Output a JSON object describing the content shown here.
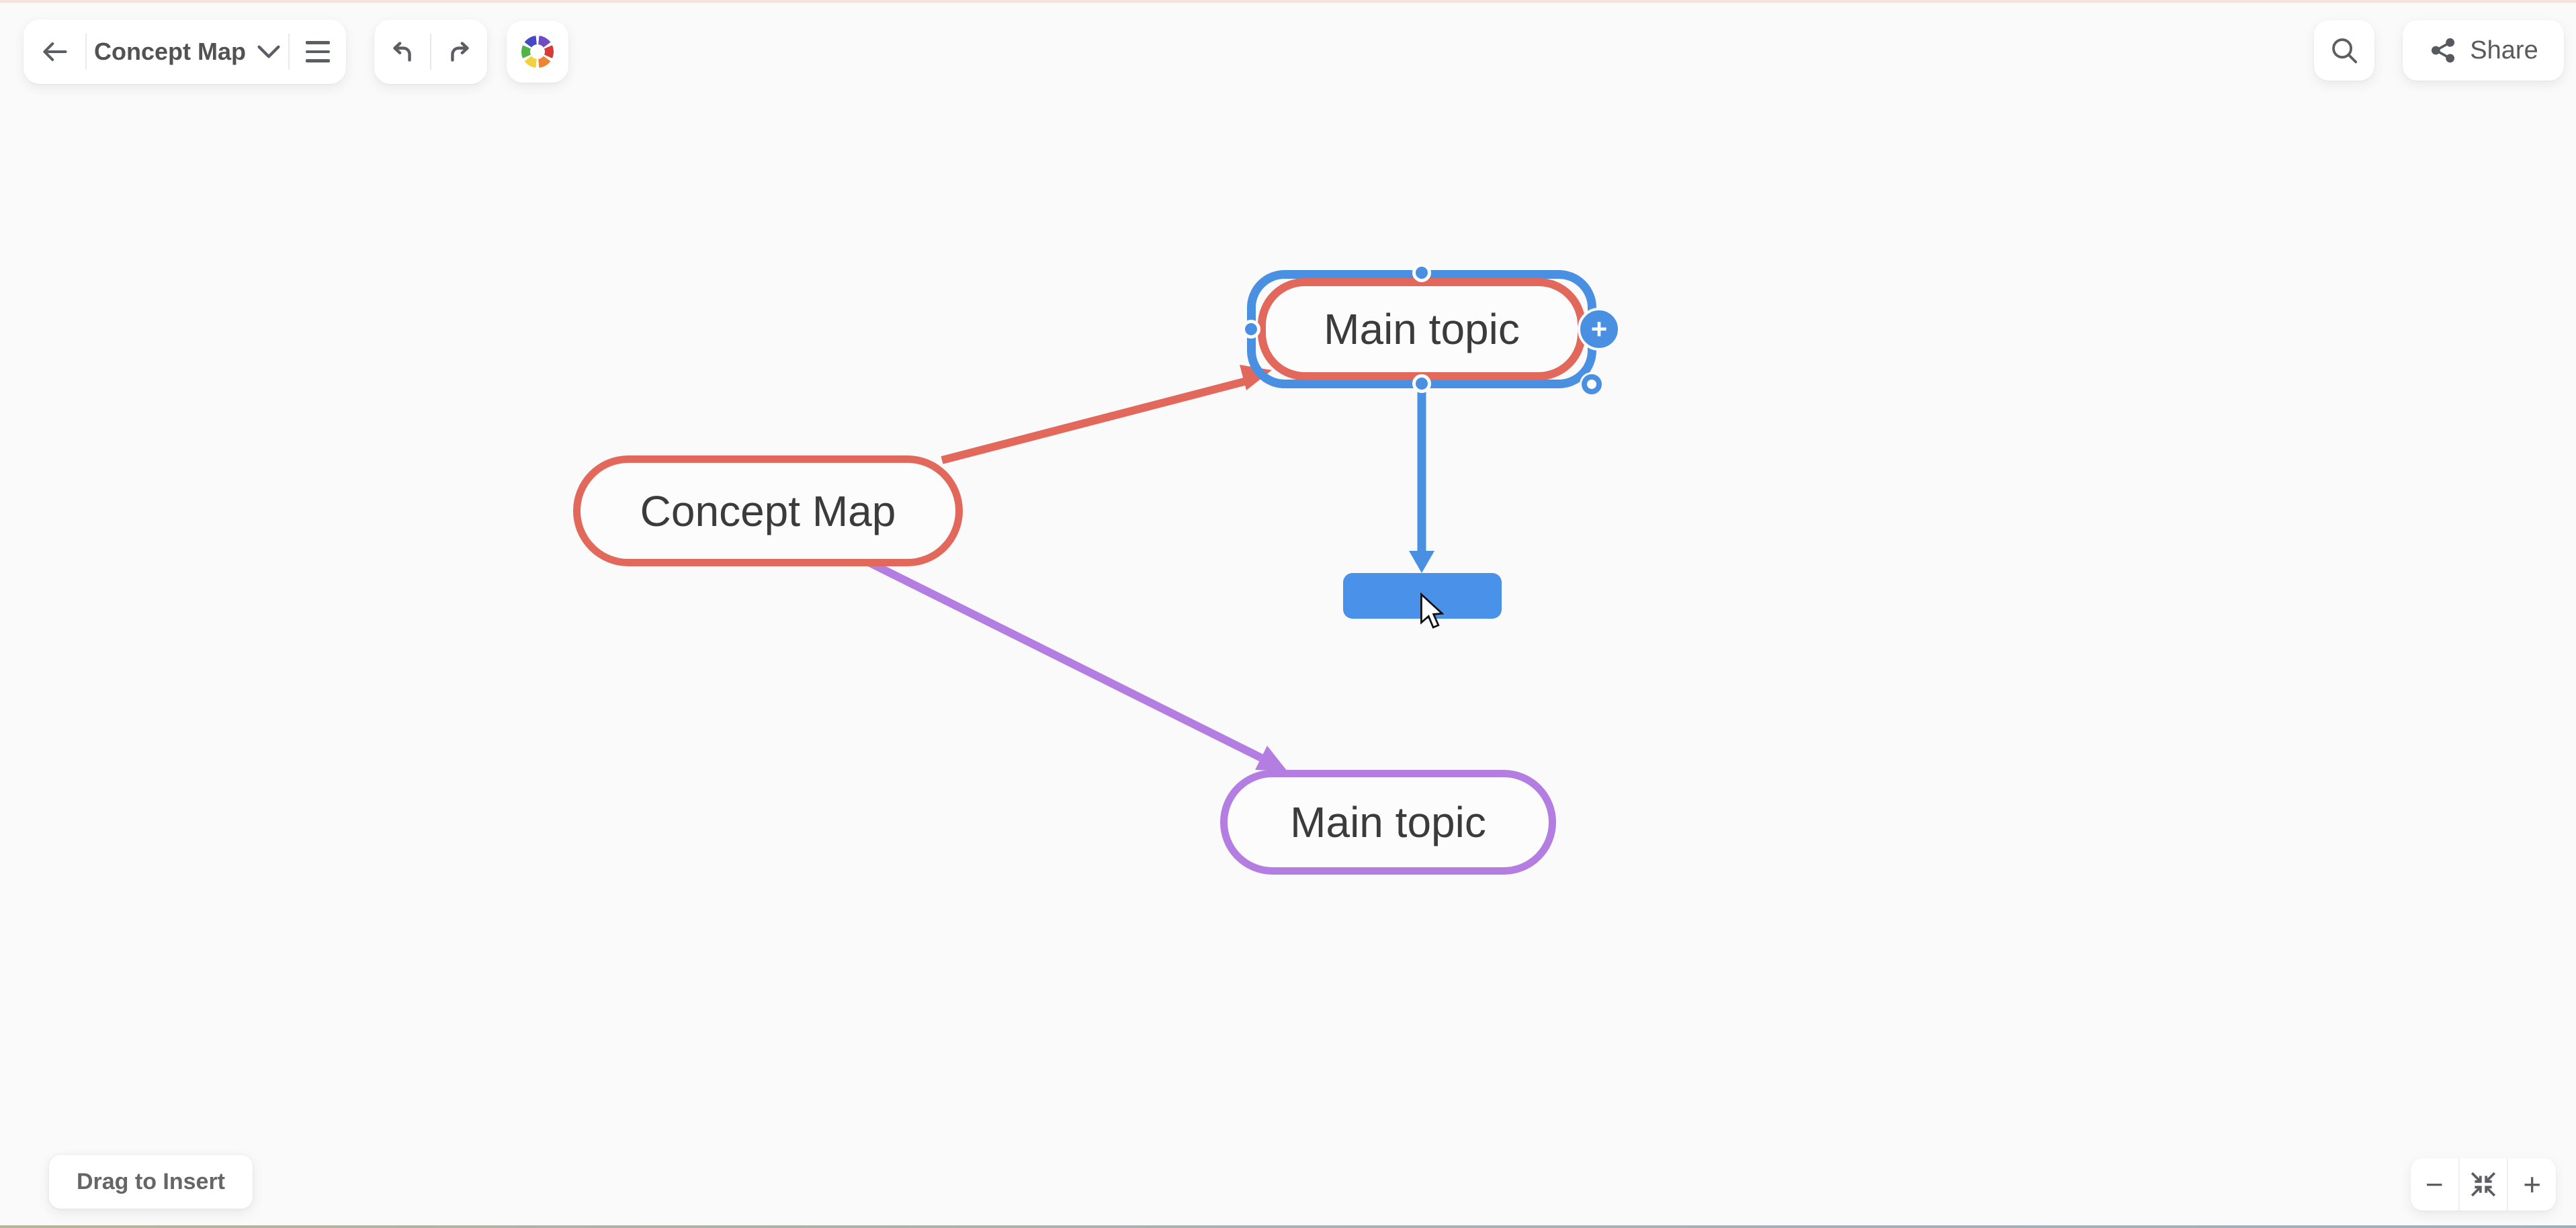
{
  "toolbar": {
    "document_title": "Concept Map",
    "back_icon": "back-arrow",
    "menu_icon": "hamburger-menu",
    "undo_icon": "undo-arrow",
    "redo_icon": "redo-arrow",
    "logo_icon": "color-wheel-logo"
  },
  "topbar_right": {
    "search_icon": "magnifier",
    "share_icon": "share-nodes",
    "share_label": "Share"
  },
  "canvas": {
    "nodes": [
      {
        "id": "concept-map",
        "label": "Concept Map",
        "border_color": "#e2685c",
        "selected": false
      },
      {
        "id": "main-topic-selected",
        "label": "Main topic",
        "border_color": "#e2685c",
        "selected": true
      },
      {
        "id": "main-topic-purple",
        "label": "Main topic",
        "border_color": "#b47de2",
        "selected": false
      },
      {
        "id": "new-node-preview",
        "label": "",
        "fill_color": "#4a92e9",
        "selected": false
      }
    ],
    "edges": [
      {
        "from": "concept-map",
        "to": "main-topic-selected",
        "color": "#e2685c"
      },
      {
        "from": "concept-map",
        "to": "main-topic-purple",
        "color": "#b47de2"
      },
      {
        "from": "main-topic-selected",
        "to": "new-node-preview",
        "color": "#4a90e2"
      }
    ],
    "selection": {
      "color": "#4a90e2",
      "add_child_label": "+",
      "handles": [
        "top",
        "left",
        "bottom",
        "corner-resize"
      ]
    }
  },
  "bottom_left": {
    "drag_to_insert_label": "Drag to Insert"
  },
  "bottom_right": {
    "zoom_out_label": "−",
    "fit_icon": "fit-to-screen",
    "zoom_in_label": "+"
  },
  "colors": {
    "accent_blue": "#4a90e2",
    "coral": "#e2685c",
    "purple": "#b47de2",
    "new_node_blue": "#4a92e9",
    "background": "#fafafa",
    "top_edge": "#f4e2db"
  }
}
